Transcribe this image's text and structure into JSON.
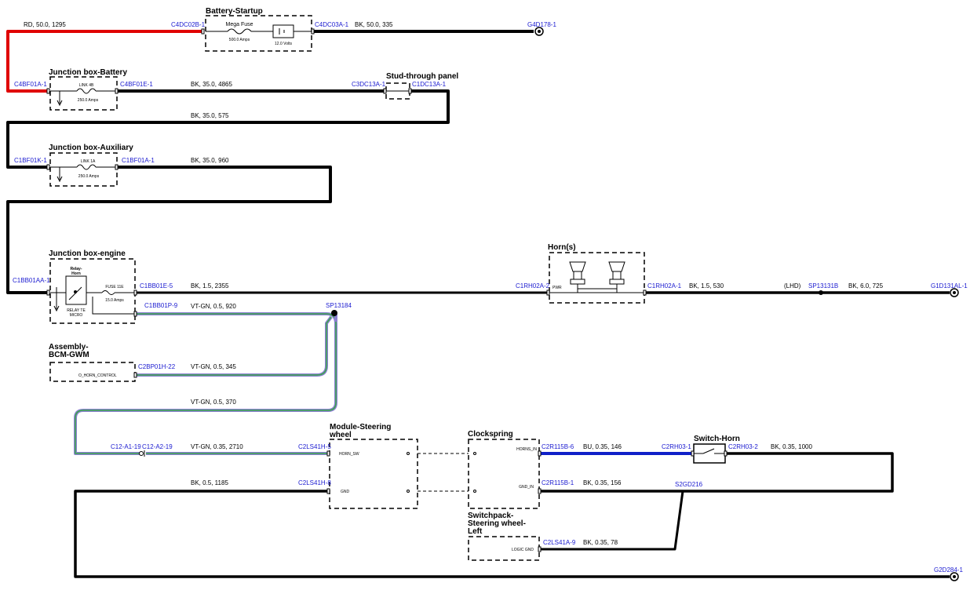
{
  "colors": {
    "red_wire": "#e00000",
    "black_wire": "#000000",
    "blue_wire": "#1020c8",
    "violet_green_outer": "#8a7fd0",
    "violet_green_inner": "#3aa64a",
    "connector_text": "#1a1ad0"
  },
  "components": {
    "battery_startup": {
      "title": "Battery-Startup",
      "fuse_label": "Mega Fuse",
      "fuse_rating": "500.0 Amps",
      "battery_rating": "12.0 Volts"
    },
    "jb_battery": {
      "title": "Junction box-Battery",
      "link": "LINK 4B",
      "rating": "250.0 Amps"
    },
    "stud_panel": {
      "title": "Stud-through panel"
    },
    "jb_auxiliary": {
      "title": "Junction box-Auxiliary",
      "link": "LINK 1A",
      "rating": "250.0 Amps"
    },
    "jb_engine": {
      "title": "Junction box-engine",
      "relay": "Relay-\nHorn",
      "fuse": "FUSE 11E",
      "rating": "15.0 Amps",
      "relay_note_1": "RELAY TE",
      "relay_note_2": "MICRO"
    },
    "horns": {
      "title": "Horn(s)",
      "pin": "PWR"
    },
    "bcm": {
      "title_1": "Assembly-",
      "title_2": "BCM-GWM",
      "pin": "O_HORN_CONTROL"
    },
    "module_sw": {
      "title_1": "Module-Steering",
      "title_2": "wheel",
      "pin_1": "HORN_SW",
      "pin_2": "GND"
    },
    "clockspring": {
      "title": "Clockspring",
      "pin_1": "HORNS_IN",
      "pin_2": "GND_IN"
    },
    "switch_horn": {
      "title": "Switch-Horn"
    },
    "switchpack": {
      "title_1": "Switchpack-",
      "title_2": "Steering wheel-",
      "title_3": "Left",
      "pin": "LOGIC GND"
    }
  },
  "connectors": {
    "c4dc02b": "C4DC02B-1",
    "c4dc03a": "C4DC03A-1",
    "g4d178": "G4D178-1",
    "c4bf01a": "C4BF01A-1",
    "c4bf01e": "C4BF01E-1",
    "c3dc13a": "C3DC13A-1",
    "c1dc13a": "C1DC13A-1",
    "c1bf01k": "C1BF01K-1",
    "c1bf01a": "C1BF01A-1",
    "c1bb01aa": "C1BB01AA-1",
    "c1bb01e": "C1BB01E-5",
    "c1rh02a2": "C1RH02A-2",
    "c1rh02a1": "C1RH02A-1",
    "sp13131b": "SP13131B",
    "g1d131al": "G1D131AL-1",
    "c1bb01p": "C1BB01P-9",
    "sp13184": "SP13184",
    "c2bp01h": "C2BP01H-22",
    "c12a1": "C12-A1-19",
    "c12a2": "C12-A2-19",
    "c2ls41h5": "C2LS41H-5",
    "c2ls41h8": "C2LS41H-8",
    "c2r115b6": "C2R115B-6",
    "c2r115b1": "C2R115B-1",
    "c2rh03_1": "C2RH03-1",
    "c2rh03_2": "C2RH03-2",
    "s2gd216": "S2GD216",
    "c2ls41a": "C2LS41A-9",
    "g2d284": "G2D284-1"
  },
  "wires": {
    "w1": "RD,  50.0,  1295",
    "w2": "BK,  50.0,  335",
    "w3": "BK,  35.0,  4865",
    "w4": "BK,  35.0,  575",
    "w5": "BK,  35.0,  960",
    "w6": "BK,  1.5,  2355",
    "w7": "BK,  1.5,  530",
    "lhd": "(LHD)",
    "w8": "BK,  6.0,  725",
    "w9": "VT-GN,  0.5,  920",
    "w10": "VT-GN,  0.5,  345",
    "w11": "VT-GN,  0.5,  370",
    "w12": "VT-GN,  0.35,  2710",
    "w13": "BU,  0.35,  146",
    "w14": "BK,  0.35,  1000",
    "w15": "BK,  0.5,  1185",
    "w16": "BK,  0.35,  156",
    "w17": "BK,  0.35,  78"
  }
}
